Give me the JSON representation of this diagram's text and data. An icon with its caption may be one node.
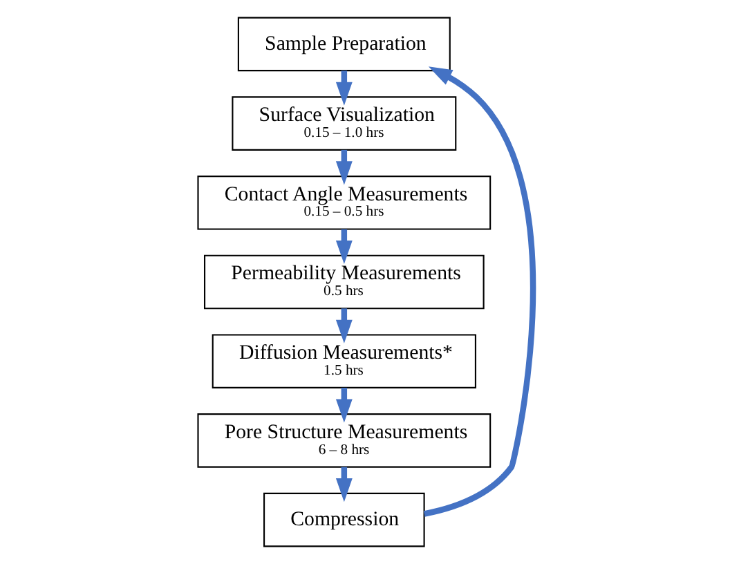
{
  "diagram": {
    "nodes": [
      {
        "text": [
          "Sample Preparation"
        ]
      },
      {
        "text": [
          "Surface Visualization",
          "0.15 – 1.0 hrs"
        ]
      },
      {
        "text": [
          "Contact Angle Measurements",
          "0.15 – 0.5 hrs"
        ]
      },
      {
        "text": [
          "Permeability Measurements",
          "0.5 hrs"
        ]
      },
      {
        "text": [
          "Diffusion Measurements*",
          "1.5 hrs"
        ]
      },
      {
        "text": [
          "Pore Structure Measurements",
          "6 – 8 hrs"
        ]
      },
      {
        "text": [
          "Compression"
        ]
      }
    ],
    "edges": [
      {
        "from": 0,
        "to": 1,
        "arrow": "to"
      },
      {
        "from": 1,
        "to": 2,
        "arrow": "to"
      },
      {
        "from": 2,
        "to": 3,
        "arrow": "to"
      },
      {
        "from": 3,
        "to": 4,
        "arrow": "to"
      },
      {
        "from": 4,
        "to": 5,
        "arrow": "to"
      },
      {
        "from": 5,
        "to": 6,
        "arrow": "to"
      },
      {
        "from": 6,
        "to": 0,
        "arrow": "to"
      }
    ]
  }
}
